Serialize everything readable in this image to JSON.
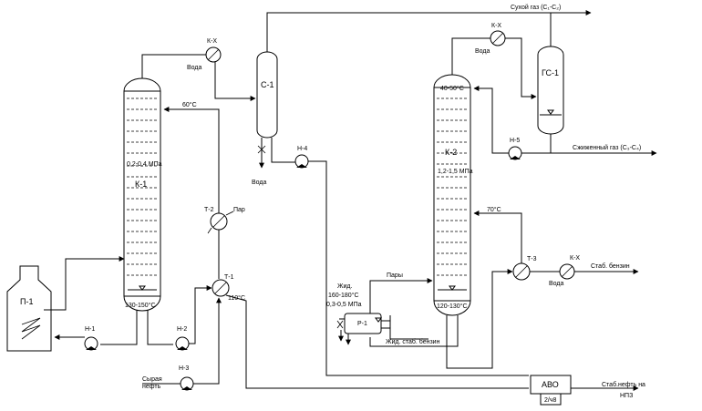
{
  "labels": {
    "dry_gas": "Сухой газ (С₁-С₂)",
    "liquefied_gas": "Сжиженный газ (С₃-С₄)",
    "water_1": "Вода",
    "water_2": "Вода",
    "water_3": "Вода",
    "water_4": "Вода",
    "steam": "Пар",
    "vapors": "Пары",
    "feed_line1": "Сырая",
    "feed_line2": "нефть",
    "stab_gasoline": "Стаб. бензин",
    "stab_oil_line1": "Стаб.нефть на",
    "stab_oil_line2": "НПЗ",
    "fuel_line1": "Жид.",
    "fuel_line2": "160-180°С",
    "fuel_line3": "0,3-0,5 МПа",
    "liq_stab": "Жид. стаб. бензин"
  },
  "equipment": {
    "k1": "К-1",
    "k2": "К-2",
    "c1": "С-1",
    "gs1": "ГС-1",
    "p1": "П-1",
    "r1": "Р-1",
    "avo": "АВО",
    "kx1": "К-Х",
    "kx2": "К-Х",
    "kx3": "К-Х",
    "t1": "Т-1",
    "t2": "Т-2",
    "t3": "Т-3",
    "n1": "Н-1",
    "n2": "Н-2",
    "n3": "Н-3",
    "n4": "Н-4",
    "n5": "Н-5",
    "avo_sub": "2/ч8"
  },
  "conditions": {
    "k1_pressure": "0,2-0,4 МПа",
    "k1_bottom": "130-150°С",
    "k1_reflux": "60°С",
    "k2_pressure": "1,2-1,5 МПа",
    "k2_top": "40-50°С",
    "k2_bottom": "120-130°С",
    "k2_feed": "70°С",
    "t1_out": "110°С"
  }
}
